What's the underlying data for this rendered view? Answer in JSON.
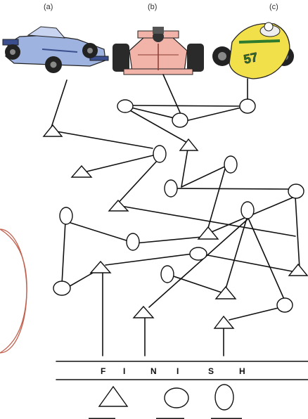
{
  "cars": [
    {
      "label": "(a)",
      "name": "blue-racecar",
      "body": "#9fb3e0",
      "accent": "#3b4f8f"
    },
    {
      "label": "(b)",
      "name": "pink-racecar",
      "body": "#f2b3a8",
      "accent": "#8a3b32"
    },
    {
      "label": "(c)",
      "name": "yellow-racecar",
      "body": "#f2e04a",
      "accent": "#2e7a2e",
      "number": "57"
    }
  ],
  "finish": {
    "letters": [
      "F",
      "I",
      "N",
      "I",
      "S",
      "H"
    ]
  },
  "legend": [
    "triangle",
    "circle",
    "oval"
  ],
  "colors": {
    "ink": "#111111",
    "decorative_circle": "#c2604f"
  }
}
